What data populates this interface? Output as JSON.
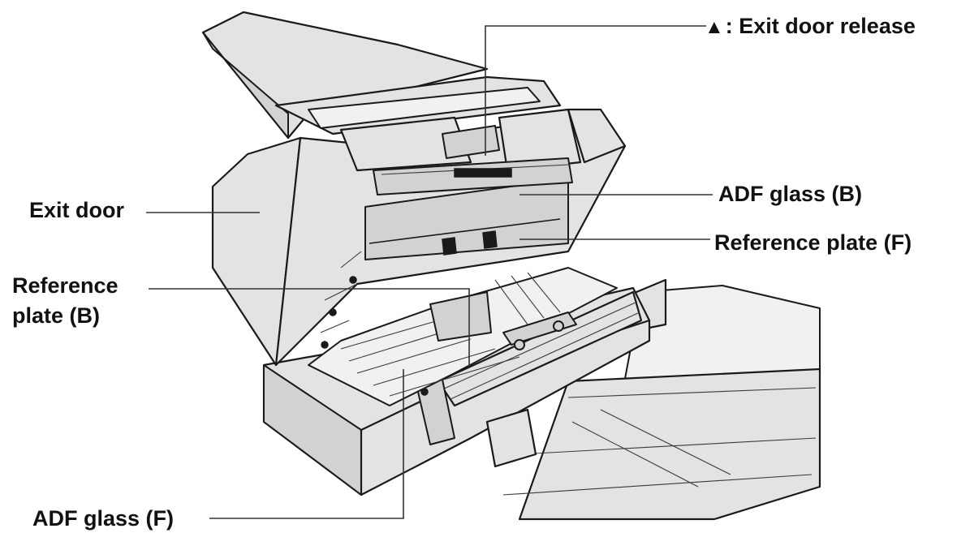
{
  "labels": {
    "exit_door_release": "Exit door release",
    "exit_door_release_prefix": ": ",
    "adf_glass_b": "ADF glass (B)",
    "exit_door": "Exit door",
    "reference_plate_f": "Reference plate (F)",
    "reference_plate_b_line1": "Reference",
    "reference_plate_b_line2": "plate (B)",
    "adf_glass_f": "ADF glass (F)"
  },
  "icons": {
    "release_marker": "triangle-up-icon"
  }
}
